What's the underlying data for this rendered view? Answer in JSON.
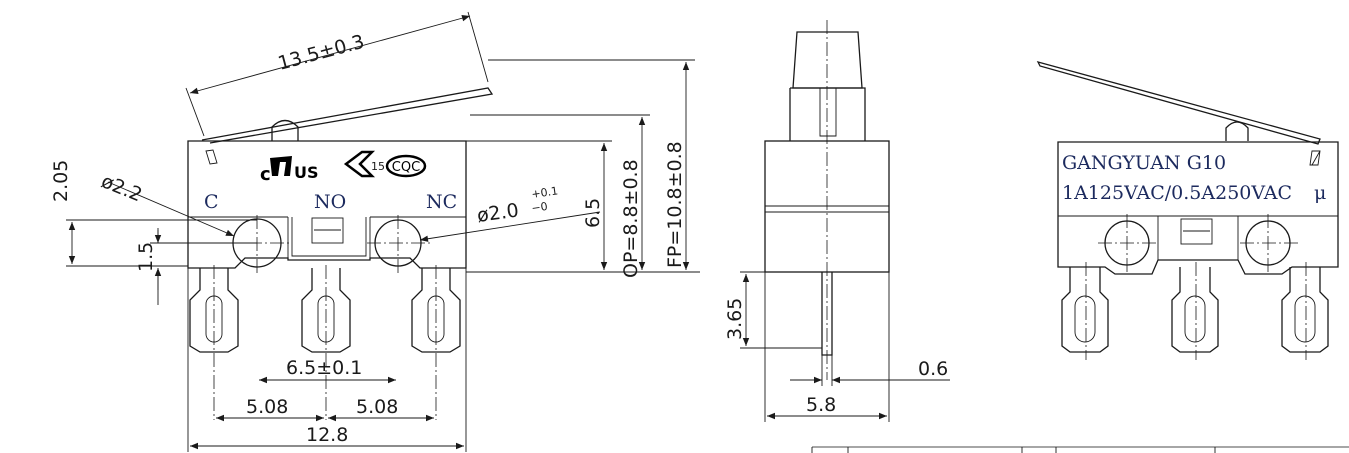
{
  "dimensions": {
    "lever_length": "13.5±0.3",
    "top_offset": "2.05",
    "hole_dia_left": "ø2.2",
    "hole_dia_right": "ø2.0",
    "hole_tol_plus": "+0.1",
    "hole_tol_minus": "−0",
    "body_height": "6.5",
    "operating_position": "OP=8.8±0.8",
    "free_position": "FP=10.8±0.8",
    "hole_offset": "1.5",
    "hole_pitch": "6.5±0.1",
    "terminal_pitch_left": "5.08",
    "terminal_pitch_right": "5.08",
    "body_length": "12.8",
    "pin_length": "3.65",
    "body_width": "5.8",
    "pin_thickness": "0.6"
  },
  "terminals": {
    "common": "C",
    "normally_open": "NO",
    "normally_closed": "NC"
  },
  "marks": {
    "c": "c",
    "us": "US",
    "enec_number": "15",
    "cqc": "CQC"
  },
  "label": {
    "brand": "GANGYUAN G10",
    "rating": "1A125VAC/0.5A250VAC",
    "micro": "μ"
  }
}
